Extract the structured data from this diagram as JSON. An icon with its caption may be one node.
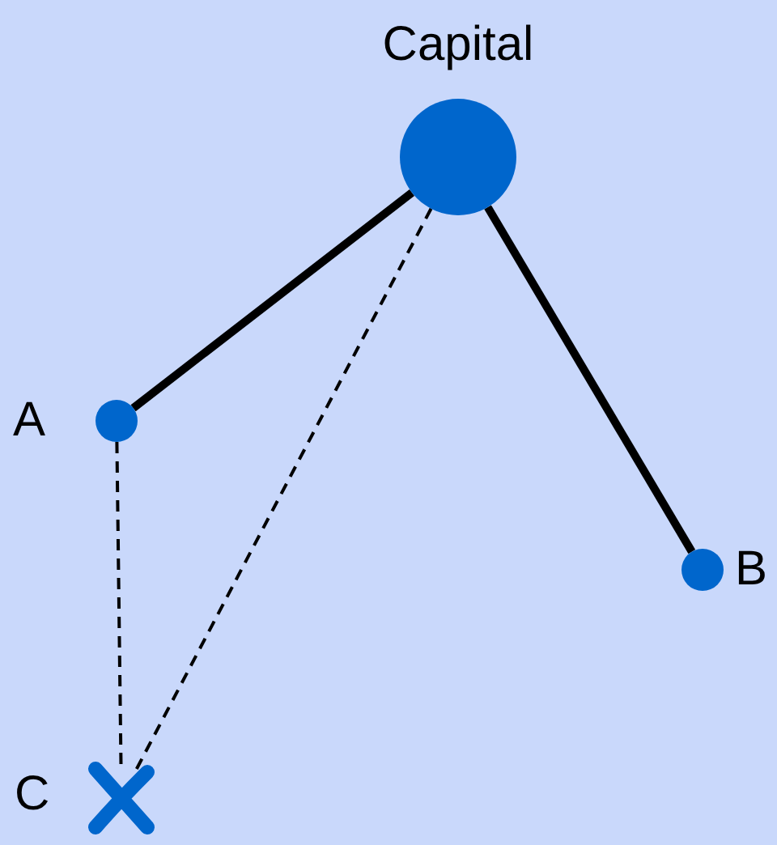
{
  "diagram": {
    "nodes": [
      {
        "text": [
          "Capital"
        ]
      },
      {
        "text": [
          "A"
        ]
      },
      {
        "text": [
          "B"
        ]
      },
      {
        "text": [
          "C"
        ]
      }
    ],
    "edges": [
      {
        "from": 0,
        "to": 1,
        "arrow": "none",
        "style": "thick"
      },
      {
        "from": 0,
        "to": 2,
        "arrow": "none",
        "style": "thick"
      },
      {
        "from": 1,
        "to": 3,
        "arrow": "none",
        "style": "dashed"
      },
      {
        "from": 0,
        "to": 3,
        "arrow": "none",
        "style": "dashed"
      }
    ]
  }
}
